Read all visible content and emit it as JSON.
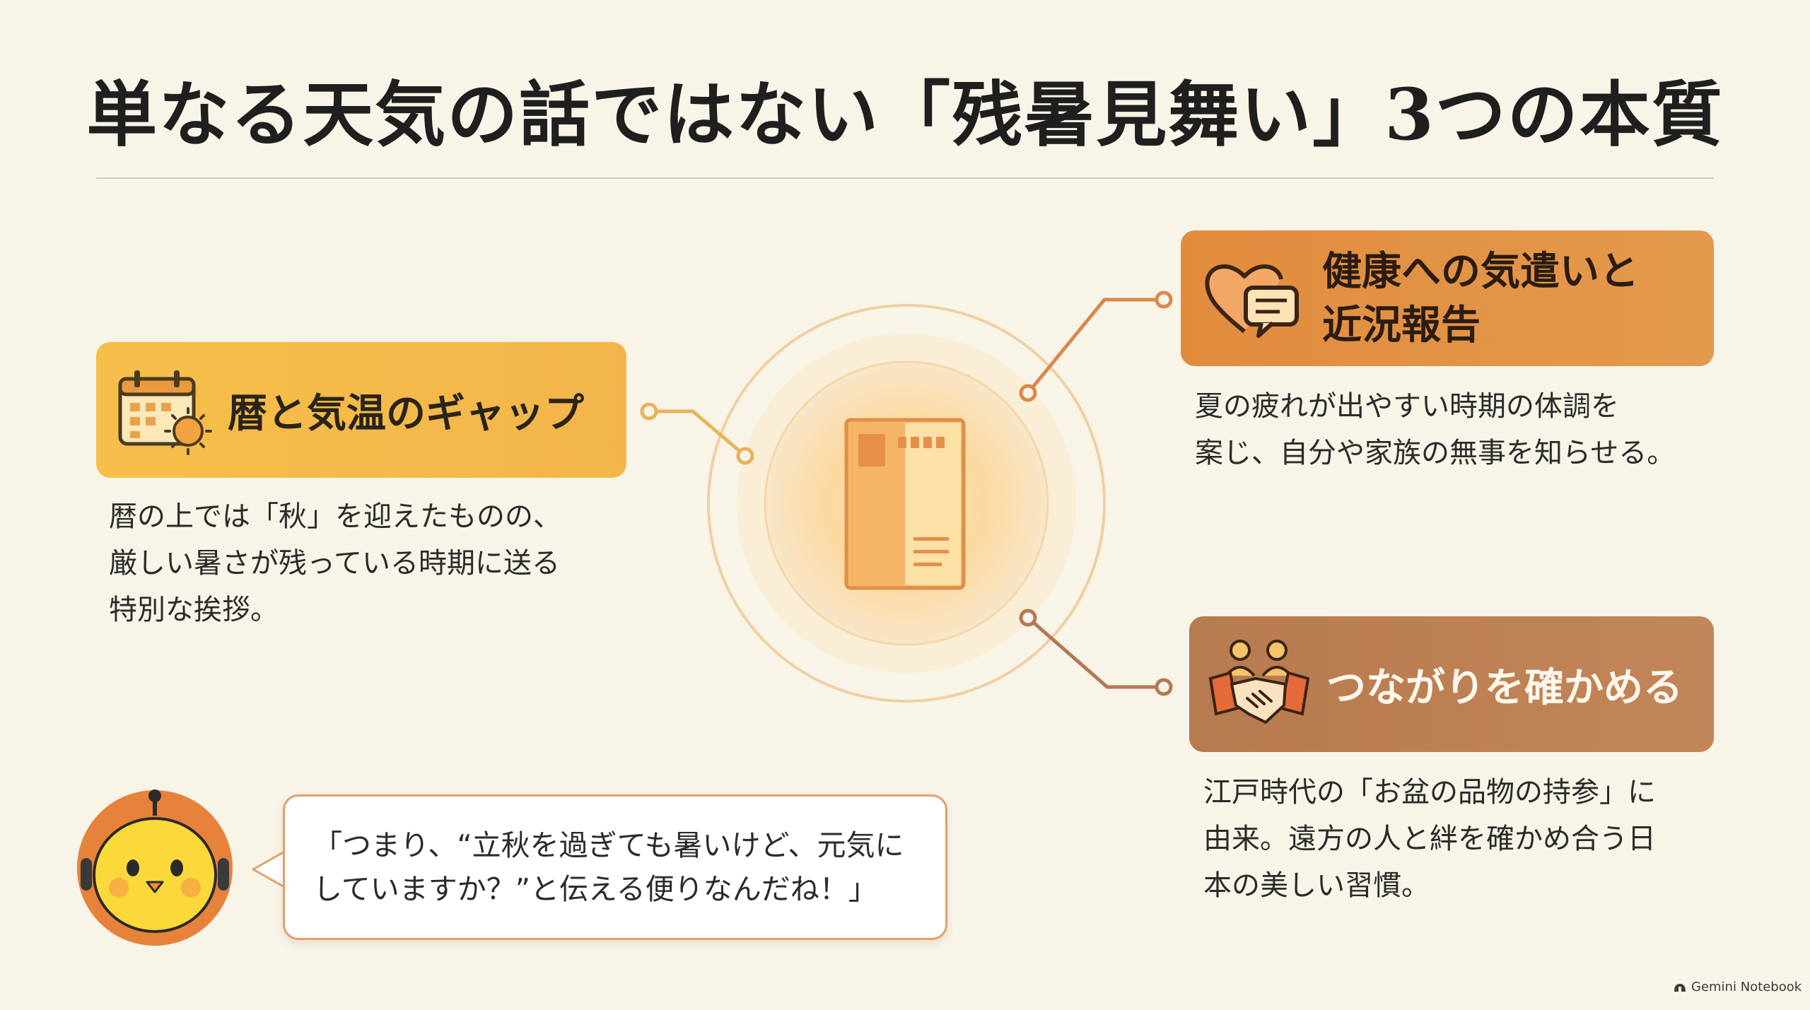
{
  "title": "単なる天気の話ではない「残暑見舞い」3つの本質",
  "cards": [
    {
      "id": "left",
      "label": "暦と気温のギャップ",
      "icon": "calendar-sun-icon",
      "description": "暦の上では「秋」を迎えたものの、\n厳しい暑さが残っている時期に送る\n特別な挨拶。"
    },
    {
      "id": "top-right",
      "label_lines": [
        "健康への気遣いと",
        "近況報告"
      ],
      "icon": "heart-chat-icon",
      "description": "夏の疲れが出やすい時期の体調を\n案じ、自分や家族の無事を知らせる。"
    },
    {
      "id": "bottom-right",
      "label": "つながりを確かめる",
      "icon": "handshake-people-icon",
      "description": "江戸時代の「お盆の品物の持参」に\n由来。遠方の人と絆を確かめ合う日\n本の美しい習慣。"
    }
  ],
  "center_icon": "postcard-icon",
  "speech": "「つまり、“立秋を過ぎても暑いけど、元気に\nしていますか？”と伝える便りなんだね！」",
  "mascot_icon": "chick-robot-mascot-icon",
  "brand": "Gemini Notebook",
  "colors": {
    "background": "#f8f4e8",
    "card_left": "#f6bf4a",
    "card_top_right": "#e28b3d",
    "card_bottom_right": "#b87a4f",
    "accent_line": "#e3a06a"
  }
}
